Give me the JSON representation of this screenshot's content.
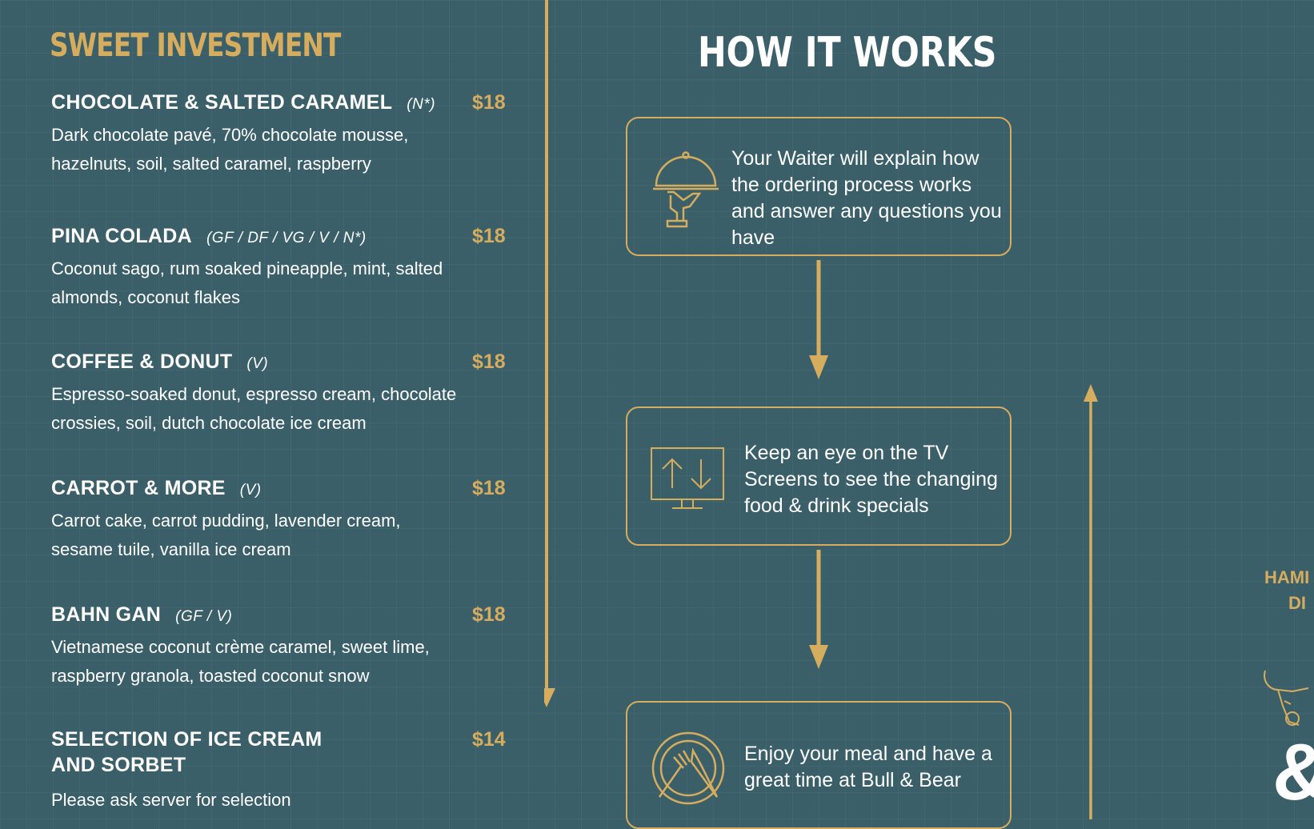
{
  "menu": {
    "title": "SWEET INVESTMENT",
    "items": [
      {
        "name": "CHOCOLATE & SALTED CARAMEL",
        "tags": "(N*)",
        "price": "$18",
        "desc": "Dark chocolate pavé, 70% chocolate mousse, hazelnuts, soil, salted caramel, raspberry"
      },
      {
        "name": "PINA COLADA",
        "tags": "(GF / DF / VG / V / N*)",
        "price": "$18",
        "desc": "Coconut sago, rum soaked pineapple, mint, salted almonds, coconut flakes"
      },
      {
        "name": "COFFEE & DONUT",
        "tags": "(V)",
        "price": "$18",
        "desc": "Espresso-soaked donut, espresso cream, chocolate crossies, soil, dutch chocolate ice cream"
      },
      {
        "name": "CARROT & MORE",
        "tags": "(V)",
        "price": "$18",
        "desc": "Carrot cake, carrot pudding, lavender cream, sesame tuile, vanilla ice cream"
      },
      {
        "name": "BAHN GAN",
        "tags": "(GF / V)",
        "price": "$18",
        "desc": "Vietnamese coconut crème caramel, sweet lime, raspberry granola, toasted coconut snow"
      },
      {
        "name": "SELECTION OF ICE CREAM AND SORBET",
        "tags": "",
        "price": "$14",
        "desc": "Please ask server for selection"
      }
    ]
  },
  "how": {
    "title": "HOW IT WORKS",
    "steps": [
      {
        "icon": "cloche-icon",
        "text": "Your Waiter will explain how the ordering process works and answer any questions you have"
      },
      {
        "icon": "tv-screen-icon",
        "text": "Keep an eye on the TV Screens to see the changing food & drink specials"
      },
      {
        "icon": "plate-cutlery-icon",
        "text": "Enjoy your meal and have a great time at Bull & Bear"
      }
    ]
  },
  "side": {
    "line1": "HAMI",
    "line2": "DI",
    "amp": "&"
  },
  "colors": {
    "background": "#3a5f69",
    "accent": "#d6ad5e",
    "text": "#ffffff"
  }
}
